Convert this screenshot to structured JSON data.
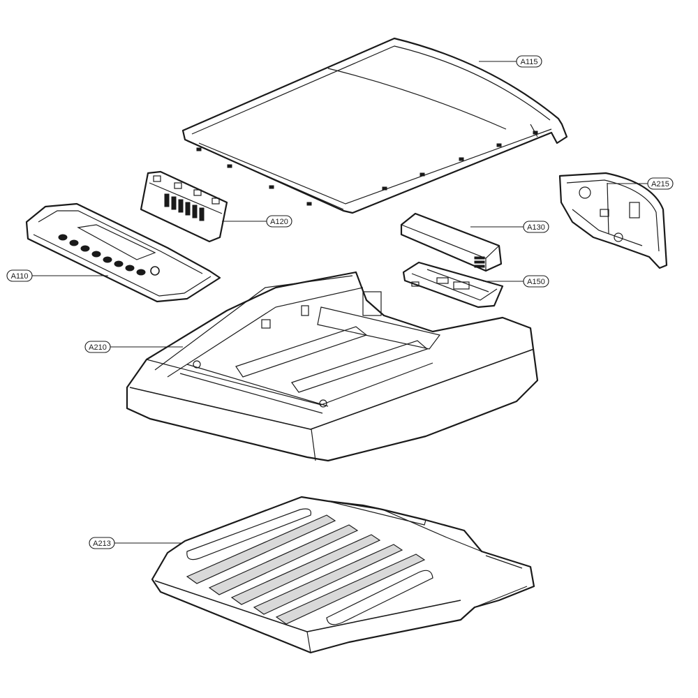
{
  "parts": [
    {
      "id": "a115",
      "label": "A115"
    },
    {
      "id": "a215",
      "label": "A215"
    },
    {
      "id": "a120",
      "label": "A120"
    },
    {
      "id": "a130",
      "label": "A130"
    },
    {
      "id": "a110",
      "label": "A110"
    },
    {
      "id": "a150",
      "label": "A150"
    },
    {
      "id": "a210",
      "label": "A210"
    },
    {
      "id": "a213",
      "label": "A213"
    }
  ]
}
